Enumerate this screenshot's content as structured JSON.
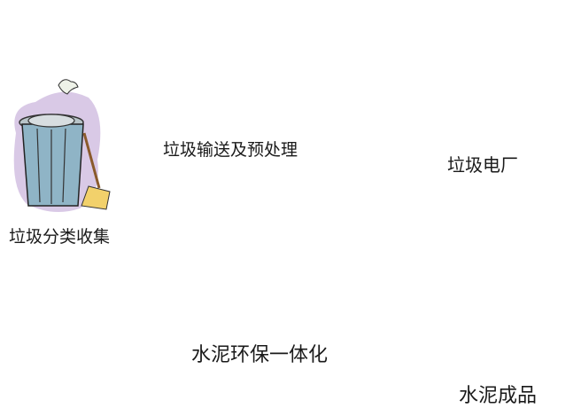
{
  "nodes": {
    "collection": {
      "label": "垃圾分类收集",
      "icon": "trash-can-icon"
    },
    "transfer": {
      "label": "垃圾输送及预处理",
      "icon": "garbage-truck-icon"
    },
    "power_plant": {
      "label": "垃圾电厂",
      "icon": "power-plant-icon"
    },
    "integration": {
      "label": "水泥环保一体化",
      "icon": "cement-factory-icon"
    },
    "product": {
      "label": "水泥成品",
      "icon": "cement-mixer-truck-icon"
    }
  },
  "colors": {
    "green_arrow": "#2db34a",
    "blue_arrow": "#2a78c2"
  }
}
